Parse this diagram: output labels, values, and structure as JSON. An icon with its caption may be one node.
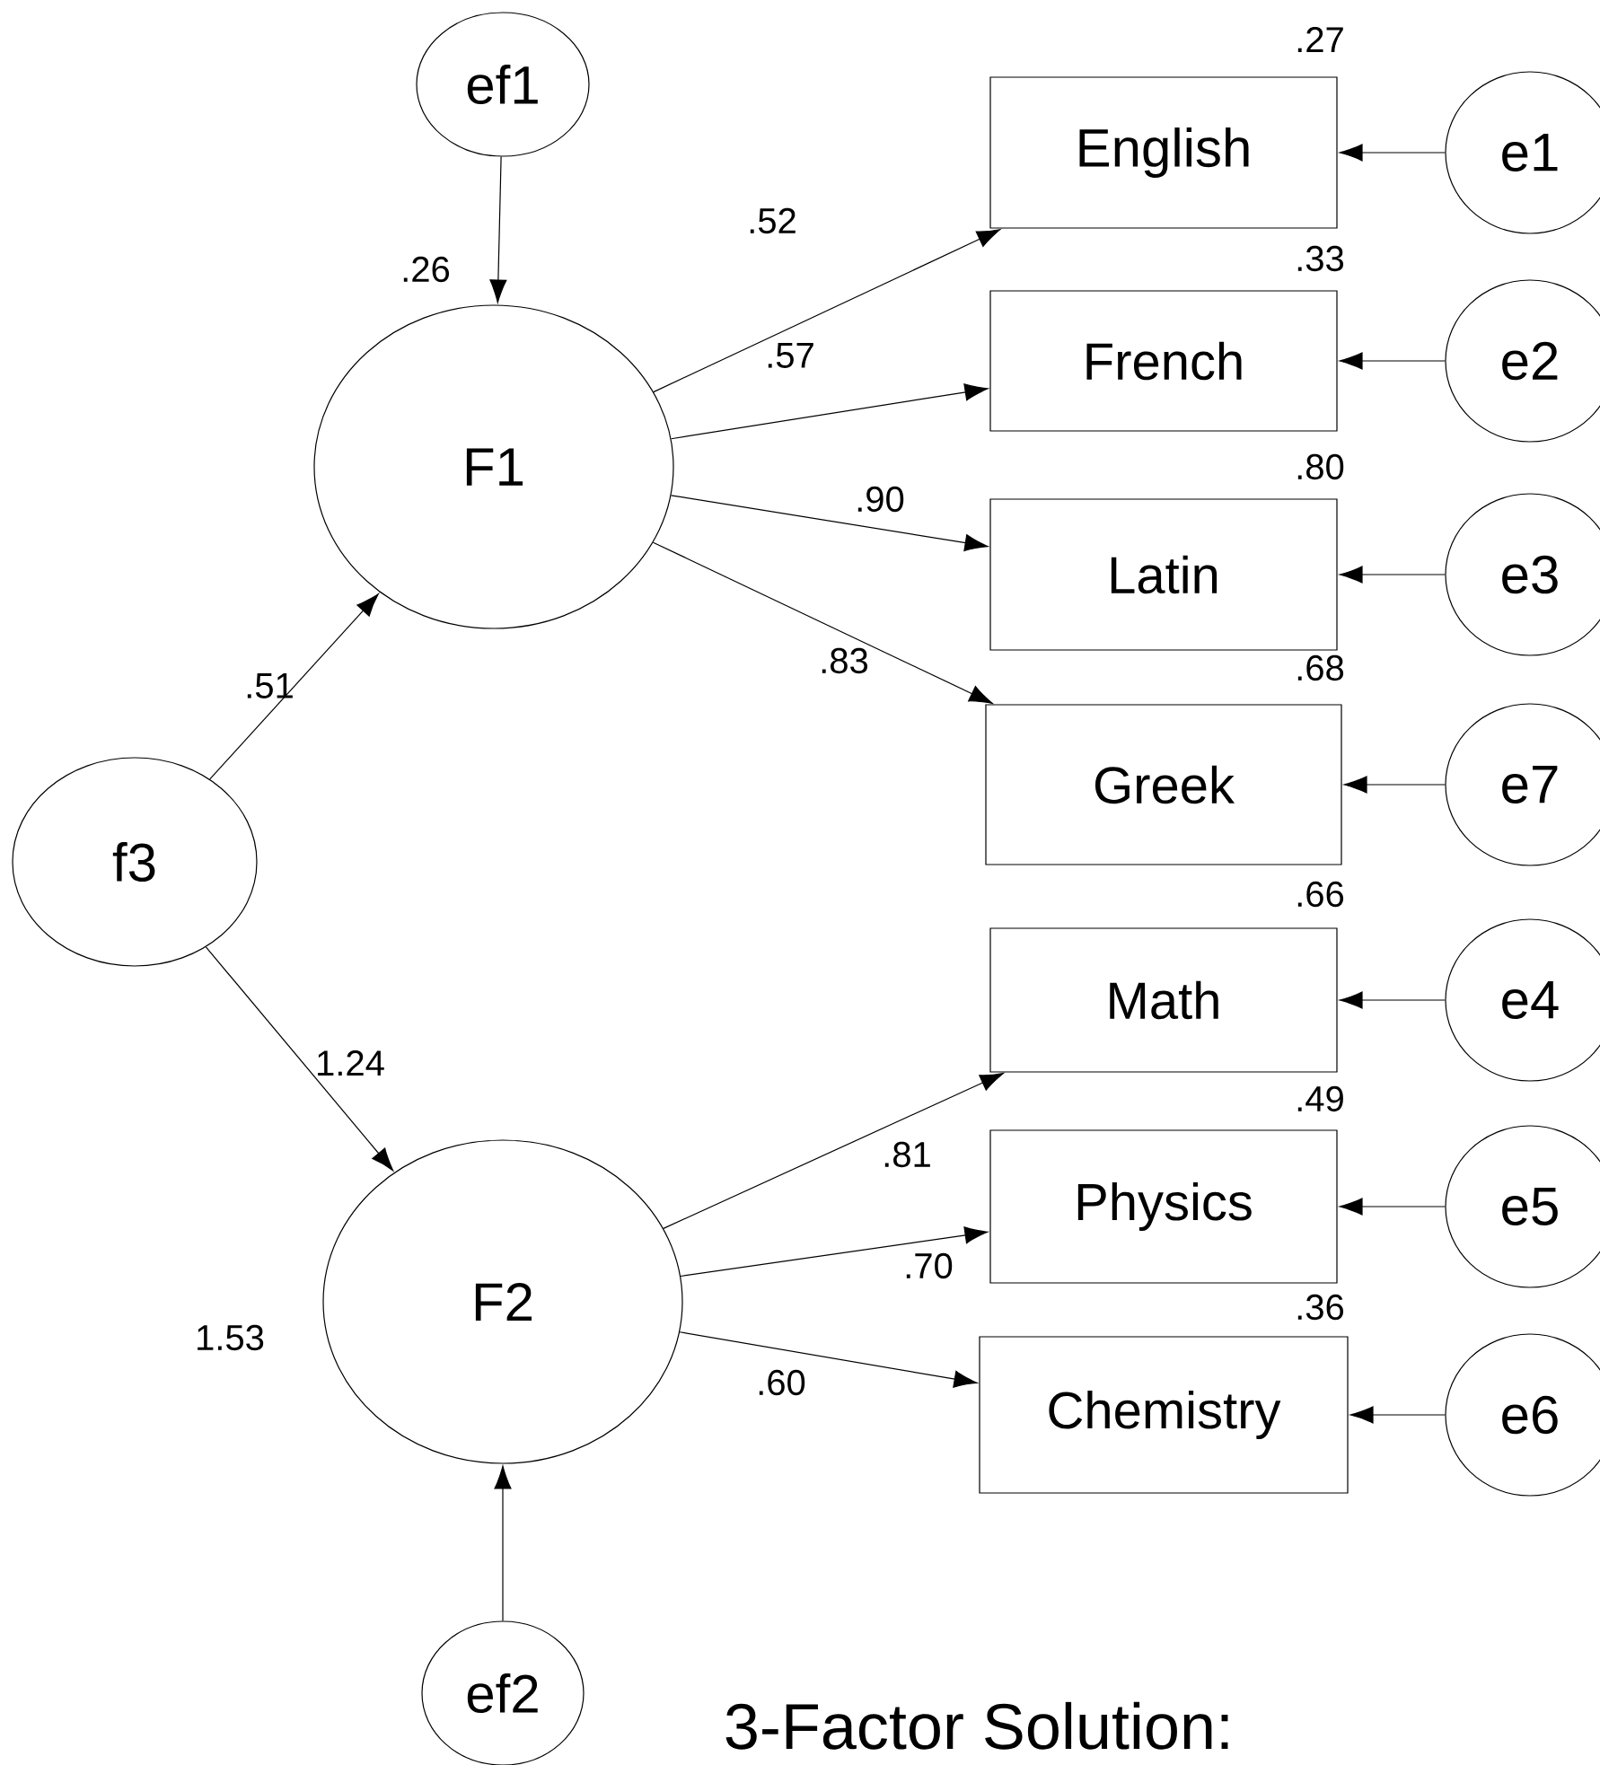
{
  "diagram": {
    "title": "3-Factor Solution:",
    "nodes": [
      {
        "text": [
          "ef1"
        ]
      },
      {
        "text": [
          "F1"
        ],
        "beside": [
          ".26"
        ]
      },
      {
        "text": [
          "English"
        ],
        "beside": [
          ".27"
        ]
      },
      {
        "text": [
          "e1"
        ]
      },
      {
        "text": [
          "French"
        ],
        "beside": [
          ".33"
        ]
      },
      {
        "text": [
          "e2"
        ]
      },
      {
        "text": [
          "Latin"
        ],
        "beside": [
          ".80"
        ]
      },
      {
        "text": [
          "e3"
        ]
      },
      {
        "text": [
          "Greek"
        ],
        "beside": [
          ".68"
        ]
      },
      {
        "text": [
          "e7"
        ]
      },
      {
        "text": [
          "f3"
        ]
      },
      {
        "text": [
          "Math"
        ],
        "beside": [
          ".66"
        ]
      },
      {
        "text": [
          "e4"
        ]
      },
      {
        "text": [
          "Physics"
        ],
        "beside": [
          ".49"
        ]
      },
      {
        "text": [
          "e5"
        ]
      },
      {
        "text": [
          "F2"
        ],
        "beside": [
          "1.53"
        ]
      },
      {
        "text": [
          "Chemistry"
        ],
        "beside": [
          ".36"
        ]
      },
      {
        "text": [
          "e6"
        ]
      },
      {
        "text": [
          "ef2"
        ]
      }
    ],
    "edges": [
      {
        "from": 0,
        "to": 1,
        "arrow": "to"
      },
      {
        "from": 1,
        "to": 2,
        "arrow": "to",
        "label": ".52"
      },
      {
        "from": 1,
        "to": 4,
        "arrow": "to",
        "label": ".57"
      },
      {
        "from": 1,
        "to": 6,
        "arrow": "to",
        "label": ".90"
      },
      {
        "from": 1,
        "to": 8,
        "arrow": "to",
        "label": ".83"
      },
      {
        "from": 3,
        "to": 2,
        "arrow": "to"
      },
      {
        "from": 5,
        "to": 4,
        "arrow": "to"
      },
      {
        "from": 7,
        "to": 6,
        "arrow": "to"
      },
      {
        "from": 9,
        "to": 8,
        "arrow": "to"
      },
      {
        "from": 10,
        "to": 1,
        "arrow": "to",
        "label": ".51"
      },
      {
        "from": 10,
        "to": 15,
        "arrow": "to",
        "label": "1.24"
      },
      {
        "from": 15,
        "to": 11,
        "arrow": "to",
        "label": ".81"
      },
      {
        "from": 15,
        "to": 13,
        "arrow": "to",
        "label": ".70"
      },
      {
        "from": 15,
        "to": 16,
        "arrow": "to",
        "label": ".60"
      },
      {
        "from": 12,
        "to": 11,
        "arrow": "to"
      },
      {
        "from": 14,
        "to": 13,
        "arrow": "to"
      },
      {
        "from": 17,
        "to": 16,
        "arrow": "to"
      },
      {
        "from": 18,
        "to": 15,
        "arrow": "to"
      }
    ]
  }
}
